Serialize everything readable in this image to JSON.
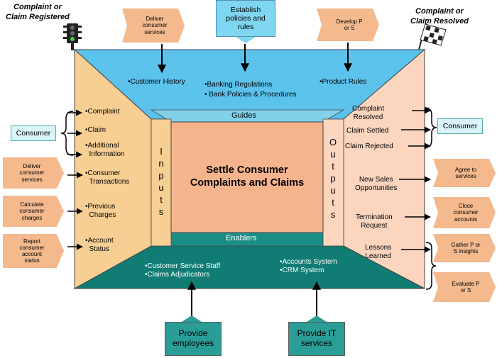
{
  "start_label": "Complaint or\nClaim Registered",
  "end_label": "Complaint or\nClaim Resolved",
  "center_title": "Settle Consumer\nComplaints and Claims",
  "guides_label": "Guides",
  "enablers_label": "Enablers",
  "inputs_label": [
    "I",
    "n",
    "p",
    "u",
    "t",
    "s"
  ],
  "outputs_label": [
    "O",
    "u",
    "t",
    "p",
    "u",
    "t",
    "s"
  ],
  "top_boxes": [
    {
      "label": "Deliver\nconsumer\nservices"
    },
    {
      "label": "Establish\npolicies and\nrules"
    },
    {
      "label": "Develop P\nor S"
    }
  ],
  "guides_items": [
    "•Customer History",
    "•Banking Regulations",
    "• Bank Policies & Procedures",
    "•Product Rules"
  ],
  "inputs_items": [
    "•Complaint",
    "•Claim",
    "•Additional\n  Information",
    "•Consumer\n  Transactions",
    "•Previous\n  Charges",
    "•Account\n  Status"
  ],
  "left_consumer": "Consumer",
  "left_boxes": [
    {
      "label": "Deliver\nconsumer\nservices"
    },
    {
      "label": "Calculate\nconsumer\ncharges"
    },
    {
      "label": "Report\nconsumer\naccount\nstatus"
    }
  ],
  "outputs_items": [
    "Complaint\nResolved",
    "Claim Settled",
    "Claim Rejected",
    "New Sales\nOpportunities",
    "Termination\nRequest",
    "Lessons\nLearned"
  ],
  "right_consumer": "Consumer",
  "right_boxes": [
    {
      "label": "Agree to\nservices"
    },
    {
      "label": "Close\nconsumer\naccounts"
    },
    {
      "label": "Gather P or\nS insights"
    },
    {
      "label": "Evaluate P\nor S"
    }
  ],
  "enablers_items": [
    "•Customer Service Staff\n•Claims Adjudicators",
    "•Accounts System\n•CRM System"
  ],
  "bottom_boxes": [
    {
      "label": "Provide\nemployees"
    },
    {
      "label": "Provide IT\nservices"
    }
  ],
  "colors": {
    "guides": "#5bc2ec",
    "inputs": "#f8cf93",
    "outputs": "#fcd5bf",
    "center": "#f5b48c",
    "enablers": "#107c74",
    "teal_box": "#2a9d97",
    "orange_box": "#f4b98d"
  }
}
